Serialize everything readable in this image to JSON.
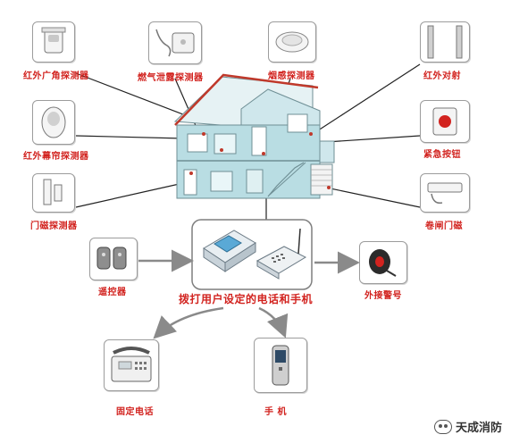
{
  "labels": {
    "infrared_wide_angle": "红外广角探测器",
    "gas_leak": "燃气泄露探测器",
    "smoke": "烟感探测器",
    "infrared_beam": "红外对射",
    "infrared_curtain": "红外幕帘探测器",
    "emergency_button": "紧急按钮",
    "door_magnet": "门磁探测器",
    "rolling_door_magnet": "卷闸门磁",
    "remote_control": "遥控器",
    "external_siren": "外接警号",
    "dial_message": "拨打用户设定的电话和手机",
    "landline": "固定电话",
    "mobile_phone": "手  机"
  },
  "watermark": "天成消防",
  "colors": {
    "label_red": "#d2231f",
    "line": "#222222",
    "arrow_gray": "#8a8a8a",
    "house_wall": "#b9dde3",
    "house_roof_line": "#c0392b"
  }
}
